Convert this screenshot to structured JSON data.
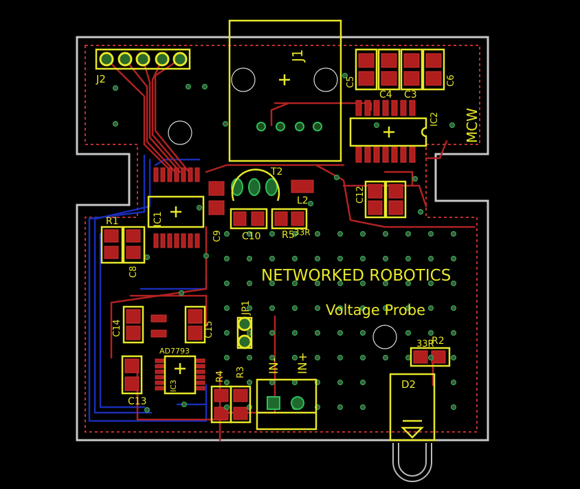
{
  "board": {
    "title": "NETWORKED ROBOTICS",
    "subtitle": "Voltage Probe",
    "author_mark": "MCW"
  },
  "colors": {
    "background": "#000000",
    "outline": "#c8c8c8",
    "silkscreen": "#e8e82a",
    "top_copper": "#b22222",
    "bottom_copper": "#1a2db8",
    "via": "#2fbf5a"
  },
  "designators": {
    "J1": "J1",
    "J2": "J2",
    "T2": "T2",
    "L2": "L2",
    "IC1": "IC1",
    "IC2": "IC2",
    "IC3": "IC3",
    "R1": "R1",
    "R2": "R2",
    "R3": "R3",
    "R4": "R4",
    "R5": "R5",
    "C3": "C3",
    "C4": "C4",
    "C5": "C5",
    "C6": "C6",
    "C8": "C8",
    "C9": "C9",
    "C10": "C10",
    "C12": "C12",
    "C13": "C13",
    "C14": "C14",
    "C15": "C15",
    "JP1": "JP1",
    "D2": "D2",
    "AD7793": "AD7793",
    "IN_minus": "IN-",
    "IN_plus": "IN+",
    "R2_val": "33R",
    "R5_val": "33R"
  }
}
